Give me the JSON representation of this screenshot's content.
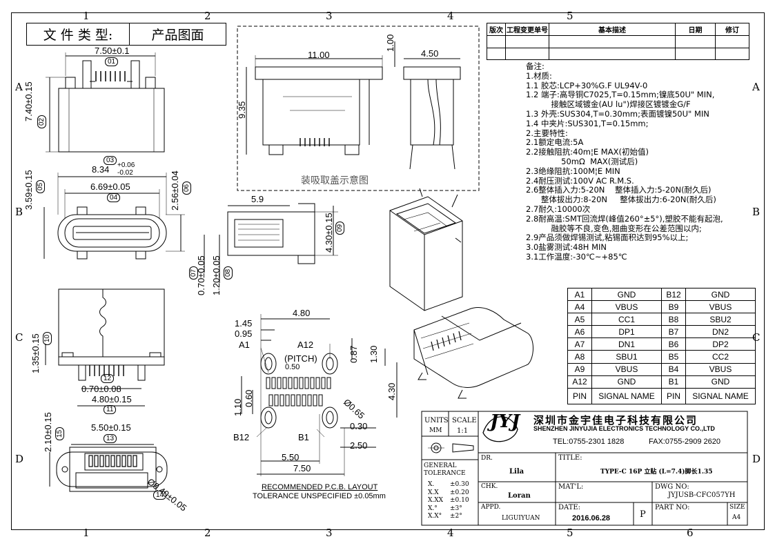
{
  "title_block_top": {
    "label": "文 件 类 型:",
    "value": "产品图面"
  },
  "zones": {
    "cols": [
      "1",
      "2",
      "3",
      "4",
      "5",
      "6"
    ],
    "rows": [
      "A",
      "B",
      "C",
      "D"
    ]
  },
  "revision": {
    "headers": [
      "版次",
      "工程变更单号",
      "基本描述",
      "日期",
      "修订"
    ]
  },
  "notes": [
    "备注:",
    "1.材质:",
    "1.1  胶芯:LCP+30%G.F  UL94V-0",
    "1.2  端子:高导铜C7025,T=0.15mm;镍底50U\" MIN,",
    "          接触区域镀金(AU lu\")焊接区镀镀金G/F",
    "1.3  外壳:SUS304,T=0.30mm;表面镀镍50U\"  MIN",
    "1.4  中夹片:SUS301,T=0.15mm;",
    "2.主要特性:",
    "2.1额定电流:5A",
    "2.2接触阻抗:40m¦E  MAX(初始值)",
    "              50mΩ  MAX(测试后)",
    "2.3绝缘阻抗:100M¦E  MIN",
    "2.4耐压测试:100V  AC  R.M.S.",
    "2.6整体插入力:5-20N    整体插入力:5-20N(耐久后)",
    "      整体拔出力:8-20N     整体拔出力:6-20N(耐久后)",
    "2.7耐久:10000次",
    "2.8耐高温:SMT回流焊(峰值260°±5°),塑胶不能有起泡,",
    "          融胶等不良,变色,翘曲变形在公差范围以内;",
    "2.9产品须做焊锡测试,粘锡面积达到95%以上;",
    "3.0盐雾测试:48H  MIN",
    "3.1工作温度:-30℃~+85℃"
  ],
  "pin_table": {
    "rows": [
      [
        "A1",
        "GND",
        "B12",
        "GND"
      ],
      [
        "A4",
        "VBUS",
        "B9",
        "VBUS"
      ],
      [
        "A5",
        "CC1",
        "B8",
        "SBU2"
      ],
      [
        "A6",
        "DP1",
        "B7",
        "DN2"
      ],
      [
        "A7",
        "DN1",
        "B6",
        "DP2"
      ],
      [
        "A8",
        "SBU1",
        "B5",
        "CC2"
      ],
      [
        "A9",
        "VBUS",
        "B4",
        "VBUS"
      ],
      [
        "A12",
        "GND",
        "B1",
        "GND"
      ]
    ],
    "footer": [
      "PIN",
      "SIGNAL NAME",
      "PIN",
      "SIGNAL NAME"
    ]
  },
  "company": {
    "logo": "JYJ",
    "name_cn": "深圳市金宇佳电子科技有限公司",
    "name_en": "SHENZHEN JINYUJIA ELECTRONICS TECHNOLOGY CO.,LTD",
    "tel": "TEL:0755-2301 1828",
    "fax": "FAX:0755-2909 2620"
  },
  "title_block": {
    "units_label": "UNITS",
    "units_value": "MM",
    "scale_label": "SCALE",
    "scale_value": "1:1",
    "dr_label": "DR.",
    "dr_value": "Lila",
    "title_label": "TITLE:",
    "title_value": "TYPE-C 16P 立贴 (L=7.4)脚长1.35",
    "tol_label": "GENERAL TOLERANCE",
    "tol_rows": [
      [
        "X.",
        "±0.30"
      ],
      [
        "X.X",
        "±0.20"
      ],
      [
        "X.XX",
        "±0.10"
      ],
      [
        "X.°",
        "±3°"
      ],
      [
        "X.X°",
        "±2°"
      ]
    ],
    "chk_label": "CHK.",
    "chk_value": "Loran",
    "matl_label": "MAT'L:",
    "dwg_label": "DWG NO:",
    "dwg_value": "JYJUSB-CFC057YH",
    "appd_label": "APPD.",
    "appd_value": "LIGUIYUAN",
    "date_label": "DATE:",
    "date_value": "2016.06.28",
    "p_label": "P",
    "part_label": "PART NO:",
    "size_label": "SIZE",
    "size_value": "A4"
  },
  "drawing": {
    "vacuum_caption": "装吸取盖示意图",
    "pcb_caption_1": "RECOMMENDED  P.C.B. LAYOUT",
    "pcb_caption_2": "TOLERANCE  UNSPECIFIED ±0.05mm",
    "dims": {
      "d750": "7.50±0.1",
      "c01": "01",
      "d740": "7.40±0.15",
      "c02": "02",
      "d834": "8.34",
      "d834_up": "+0.06",
      "d834_dn": "-0.02",
      "c03": "03",
      "d669": "6.69±0.05",
      "c04": "04",
      "d359": "3.59±0.15",
      "c05": "05",
      "d256": "2.56±0.04",
      "c06": "06",
      "d1100": "11.00",
      "d100": "1.00",
      "d450": "4.50",
      "d935": "9.35",
      "d59": "5.9",
      "d430": "4.30±0.15",
      "c09": "09",
      "d070": "0.70±0.05",
      "c07": "07",
      "d120": "1.20±0.05",
      "c08": "08",
      "d135": "1.35±0.15",
      "c10": "10",
      "d070b": "0.70±0.08",
      "c12": "12",
      "d480": "4.80±0.15",
      "c11": "11",
      "d550": "5.50±0.15",
      "c13": "13",
      "d210": "2.10±0.15",
      "c15": "15",
      "d040": "Ø0.40±0.05",
      "c14": "14",
      "p145": "1.45",
      "p095": "0.95",
      "p480": "4.80",
      "a1": "A1",
      "a12": "A12",
      "pitch": "(PITCH)",
      "p050": "0.50",
      "p087": "0.87",
      "p130": "1.30",
      "p430": "4.30",
      "p060": "0.60",
      "p110": "1.10",
      "p065": "Ø0.65",
      "p030": "0.30",
      "p250": "2.50",
      "b12": "B12",
      "b1": "B1",
      "p550": "5.50",
      "p750": "7.50"
    }
  }
}
